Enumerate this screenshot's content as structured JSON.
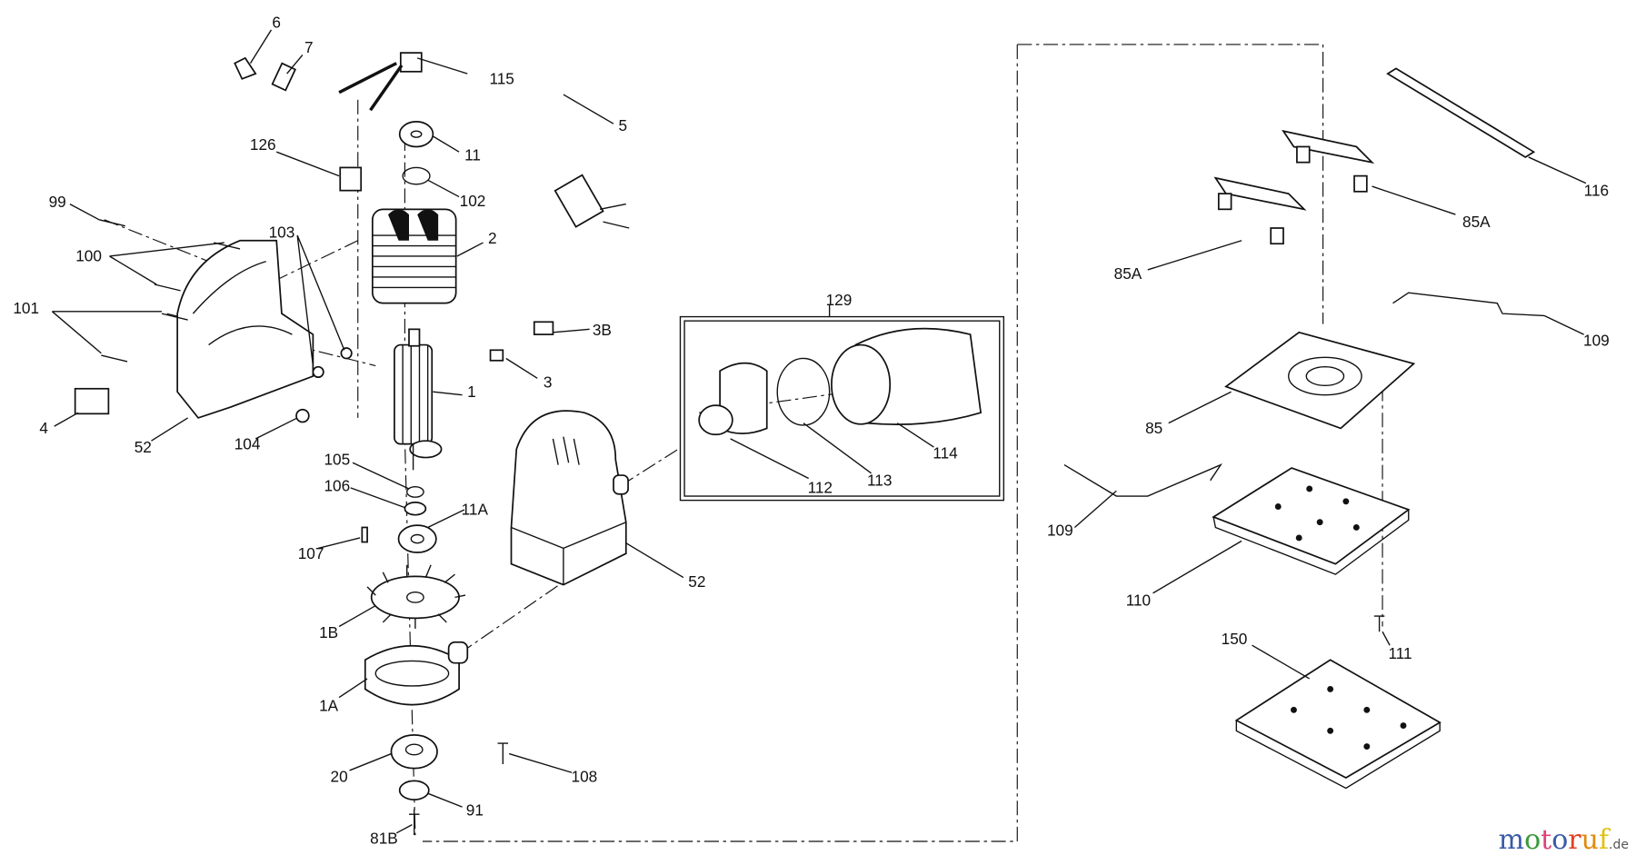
{
  "diagram": {
    "labels": [
      "6",
      "7",
      "115",
      "5",
      "126",
      "11",
      "102",
      "99",
      "2",
      "100",
      "103",
      "101",
      "3B",
      "3",
      "1",
      "4",
      "52",
      "104",
      "105",
      "106",
      "11A",
      "107",
      "52",
      "1B",
      "1A",
      "20",
      "108",
      "91",
      "81B",
      "129",
      "112",
      "113",
      "114",
      "116",
      "85A",
      "85A",
      "109",
      "85",
      "109",
      "110",
      "111",
      "150"
    ]
  },
  "watermark": {
    "letters": [
      "m",
      "o",
      "t",
      "o",
      "r",
      "u",
      "f"
    ],
    "tld": ".de",
    "colors": [
      "#3b5ba8",
      "#3a9a3a",
      "#e0407a",
      "#3b5ba8",
      "#e04020",
      "#e08a10",
      "#e0c010"
    ]
  }
}
